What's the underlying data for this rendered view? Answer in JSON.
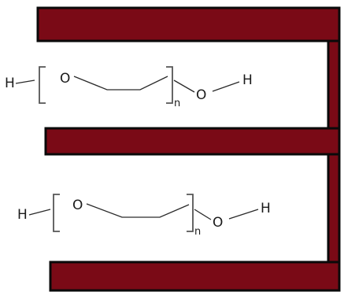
{
  "colors": {
    "plate_fill": "#7a0a16",
    "plate_border": "#0a0a0a",
    "text": "#1a1a1a",
    "bond": "#2a2a2a"
  },
  "top_faint_text": "......",
  "molecules": [
    {
      "left_h": "H",
      "bracket_o": "O",
      "repeat": "n",
      "end_o": "O",
      "right_h": "H"
    },
    {
      "left_h": "H",
      "bracket_o": "O",
      "repeat": "n",
      "end_o": "O",
      "right_h": "H"
    }
  ]
}
